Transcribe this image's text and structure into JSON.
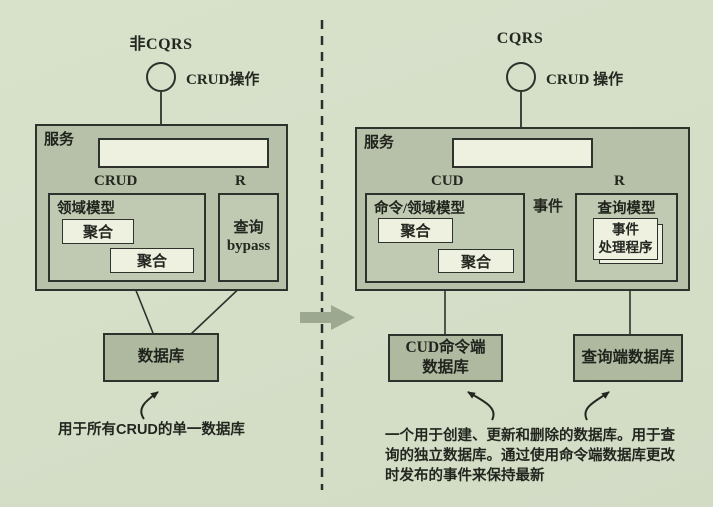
{
  "left": {
    "title": "非CQRS",
    "actor_label": "CRUD操作",
    "service_label": "服务",
    "edge_crud": "CRUD",
    "edge_r": "R",
    "domain_model_label": "领域模型",
    "aggregate1": "聚合",
    "aggregate2": "聚合",
    "query_bypass_line1": "查询",
    "query_bypass_line2": "bypass",
    "database_label": "数据库",
    "caption": "用于所有CRUD的单一数据库"
  },
  "right": {
    "title": "CQRS",
    "actor_label": "CRUD 操作",
    "service_label": "服务",
    "edge_cud": "CUD",
    "edge_r": "R",
    "command_model_label": "命令/领域模型",
    "aggregate1": "聚合",
    "aggregate2": "聚合",
    "event_label": "事件",
    "query_model_label": "查询模型",
    "event_handler_line1": "事件",
    "event_handler_line2": "处理程序",
    "cud_db_line1": "CUD命令端",
    "cud_db_line2": "数据库",
    "query_db_label": "查询端数据库",
    "caption_line1": "一个用于创建、更新和删除的数据库。用于查",
    "caption_line2": "询的独立数据库。通过使用命令端数据库更改",
    "caption_line3": "时发布的事件来保持最新"
  },
  "colors": {
    "background": "#d6e0c9",
    "service_box": "#b7c1a9",
    "model_box": "#c0cab2",
    "light_box": "#eef1e0",
    "database_box": "#aeb9a0",
    "line": "#2e322c",
    "transition_arrow": "#9da891"
  }
}
